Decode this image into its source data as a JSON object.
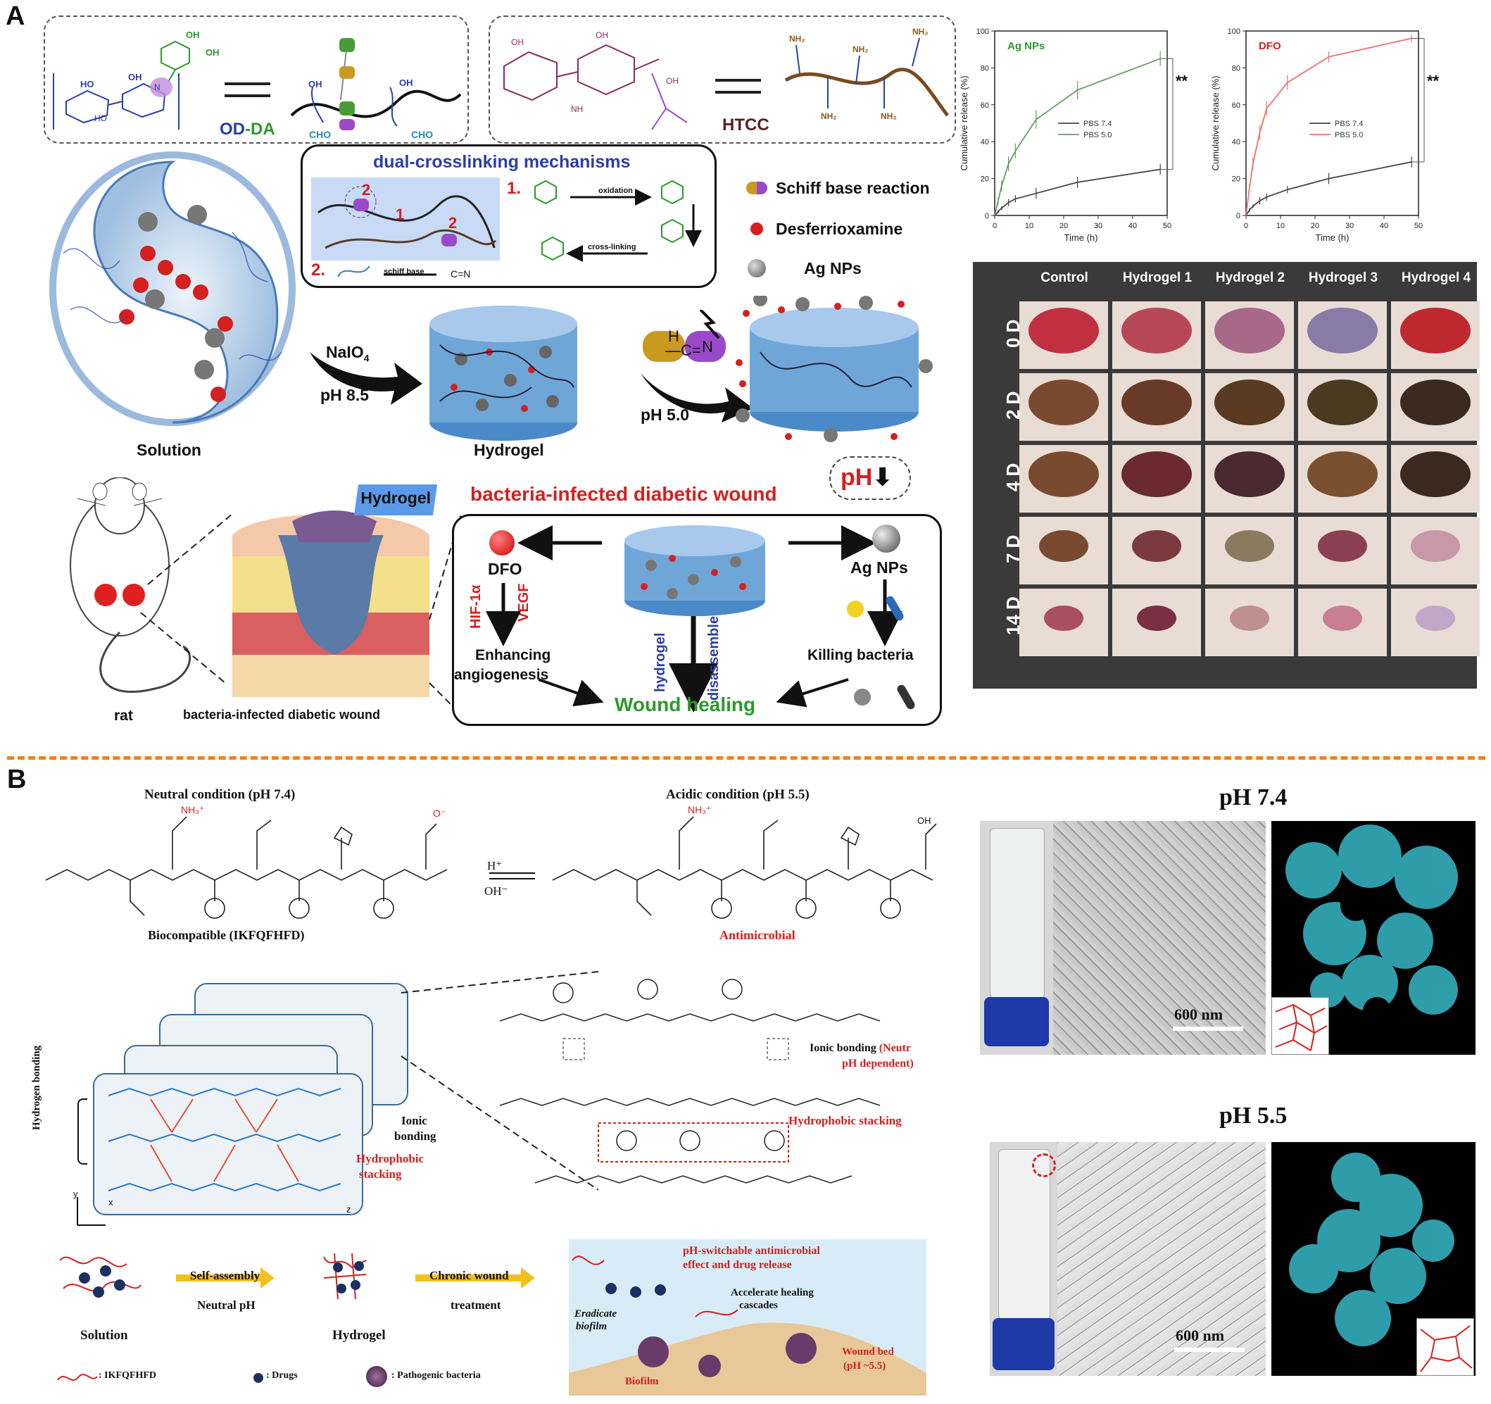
{
  "panelA": {
    "letter": "A",
    "od_da_label_od": "OD",
    "od_da_label_da": "-DA",
    "htcc_label": "HTCC",
    "mechanism_title": "dual-crosslinking mechanisms",
    "step1_num": "1.",
    "step2_num": "2.",
    "oxidation_label": "oxidation",
    "crosslinking_label": "cross-linking",
    "schiff_base_label": "schiff base",
    "legend": {
      "schiff": "Schiff base reaction",
      "dfo": "Desferrioxamine",
      "agnps": "Ag NPs"
    },
    "solution_label": "Solution",
    "hydrogel_label": "Hydrogel",
    "naio4_label": "NaIO",
    "naio4_sub": "4",
    "ph85_label": "pH 8.5",
    "ph50_label": "pH 5.0",
    "ph_down_label": "pH",
    "rat_label": "rat",
    "wound_label": "bacteria-infected diabetic wound",
    "hydrogel_tag": "Hydrogel",
    "wound_title": "bacteria-infected diabetic wound",
    "dfo_label": "DFO",
    "hif_label": "HIF-1α",
    "vegf_label": "VEGF",
    "enhancing_label": "Enhancing",
    "angiogenesis_label": "angiogenesis",
    "hydrogel_vertical": "hydrogel",
    "disassemble_vertical": "disassemble",
    "agnps_label": "Ag NPs",
    "killing_label": "Killing bacteria",
    "wound_healing_label": "Wound healing",
    "colors": {
      "red": "#d42020",
      "green": "#2a9a2a",
      "blue": "#2b3ea8",
      "gel_blue": "#6fa6d8"
    }
  },
  "wound_table": {
    "columns": [
      "Control",
      "Hydrogel 1",
      "Hydrogel 2",
      "Hydrogel 3",
      "Hydrogel 4"
    ],
    "rows": [
      "0 D",
      "2 D",
      "4 D",
      "7 D",
      "14 D"
    ]
  },
  "panelB": {
    "letter": "B",
    "neutral_title": "Neutral condition (pH 7.4)",
    "acidic_title": "Acidic condition (pH 5.5)",
    "h_plus": "H⁺",
    "oh_minus": "OH⁻",
    "biocompatible_label": "Biocompatible (IKFQFHFD)",
    "antimicrobial_label": "Antimicrobial",
    "hydrogen_bonding": "Hydrogen bonding",
    "ionic_bonding_1": "Ionic",
    "ionic_bonding_2": "bonding",
    "hydrophobic_1": "Hydrophobic",
    "hydrophobic_2": "stacking",
    "ionic_bonding_right": "Ionic bonding",
    "ionic_neutr": "(Neutr",
    "ph_dependent": "pH dependent)",
    "hydrophobic_stacking_right": "Hydrophobic stacking",
    "self_assembly": "Self-assembly",
    "neutral_ph": "Neutral pH",
    "chronic_wound": "Chronic wound",
    "treatment": "treatment",
    "solution": "Solution",
    "hydrogel": "Hydrogel",
    "ph_switchable_1": "pH-switchable antimicrobial",
    "ph_switchable_2": "effect and drug release",
    "accelerate_1": "Accelerate healing",
    "accelerate_2": "cascades",
    "eradicate_1": "Eradicate",
    "eradicate_2": "biofilm",
    "wound_bed_1": "Wound bed",
    "wound_bed_2": "(pH ~5.5)",
    "biofilm": "Biofilm",
    "legend_peptide": ": IKFQFHFD",
    "legend_drugs": ": Drugs",
    "legend_bacteria": ": Pathogenic bacteria",
    "ph74_title": "pH 7.4",
    "ph55_title": "pH 5.5",
    "scale_600": "600 nm",
    "axis_x": "x",
    "axis_y": "y",
    "axis_z": "z"
  },
  "chart_data": [
    {
      "type": "line",
      "title": "Ag NPs",
      "xlabel": "Time (h)",
      "ylabel": "Cumulative release (%)",
      "xlim": [
        0,
        50
      ],
      "ylim": [
        0,
        100
      ],
      "xticks": [
        0,
        10,
        20,
        30,
        40,
        50
      ],
      "yticks": [
        0,
        20,
        40,
        60,
        80,
        100
      ],
      "annotation": "**",
      "legend_position": "center",
      "series": [
        {
          "name": "PBS 7.4",
          "color": "#444444",
          "x": [
            0,
            1,
            2,
            4,
            6,
            12,
            24,
            48
          ],
          "y": [
            0,
            2,
            4,
            7,
            9,
            12,
            18,
            25
          ],
          "err": [
            0,
            1,
            1,
            2,
            2,
            3,
            3,
            3
          ]
        },
        {
          "name": "PBS 5.0",
          "color": "#6a9a6a",
          "x": [
            0,
            1,
            2,
            4,
            6,
            12,
            24,
            48
          ],
          "y": [
            0,
            8,
            16,
            28,
            35,
            52,
            68,
            85
          ],
          "err": [
            0,
            2,
            3,
            4,
            4,
            5,
            5,
            4
          ]
        }
      ]
    },
    {
      "type": "line",
      "title": "DFO",
      "xlabel": "Time (h)",
      "ylabel": "Cumulative release (%)",
      "xlim": [
        0,
        50
      ],
      "ylim": [
        0,
        100
      ],
      "xticks": [
        0,
        10,
        20,
        30,
        40,
        50
      ],
      "yticks": [
        0,
        20,
        40,
        60,
        80,
        100
      ],
      "annotation": "**",
      "legend_position": "center",
      "series": [
        {
          "name": "PBS 7.4",
          "color": "#444444",
          "x": [
            0,
            1,
            2,
            4,
            6,
            12,
            24,
            48
          ],
          "y": [
            0,
            3,
            5,
            8,
            10,
            14,
            20,
            29
          ],
          "err": [
            0,
            1,
            1,
            2,
            2,
            2,
            3,
            3
          ]
        },
        {
          "name": "PBS 5.0",
          "color": "#f07070",
          "x": [
            0,
            1,
            2,
            4,
            6,
            12,
            24,
            48
          ],
          "y": [
            0,
            15,
            28,
            45,
            58,
            72,
            86,
            96
          ],
          "err": [
            0,
            2,
            3,
            4,
            4,
            4,
            3,
            2
          ]
        }
      ]
    }
  ]
}
